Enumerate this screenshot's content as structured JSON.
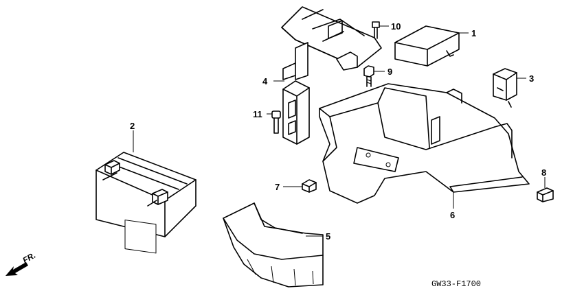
{
  "callouts": {
    "c1": "1",
    "c2": "2",
    "c3": "3",
    "c4": "4",
    "c5": "5",
    "c6": "6",
    "c7": "7",
    "c8": "8",
    "c9": "9",
    "c10": "10",
    "c11": "11"
  },
  "direction_label": "FR.",
  "diagram_code": "GW33-F1700"
}
